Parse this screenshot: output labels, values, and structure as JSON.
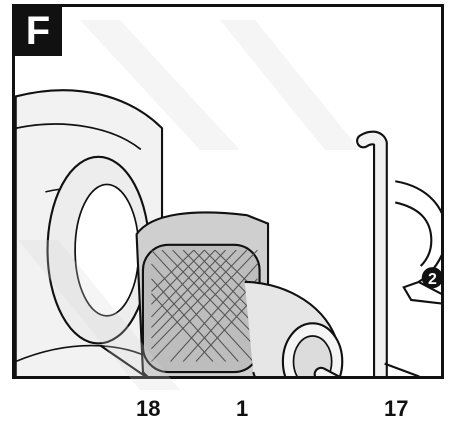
{
  "figure": {
    "label": "F"
  },
  "callouts": {
    "drill": "18",
    "chuck": "1",
    "allen_key": "17"
  },
  "rotation_marker": {
    "number": "2"
  },
  "colors": {
    "ink": "#111111",
    "chuck_light": "#e6e6e6",
    "chuck_mid": "#bdbdbd",
    "background": "#ffffff"
  }
}
